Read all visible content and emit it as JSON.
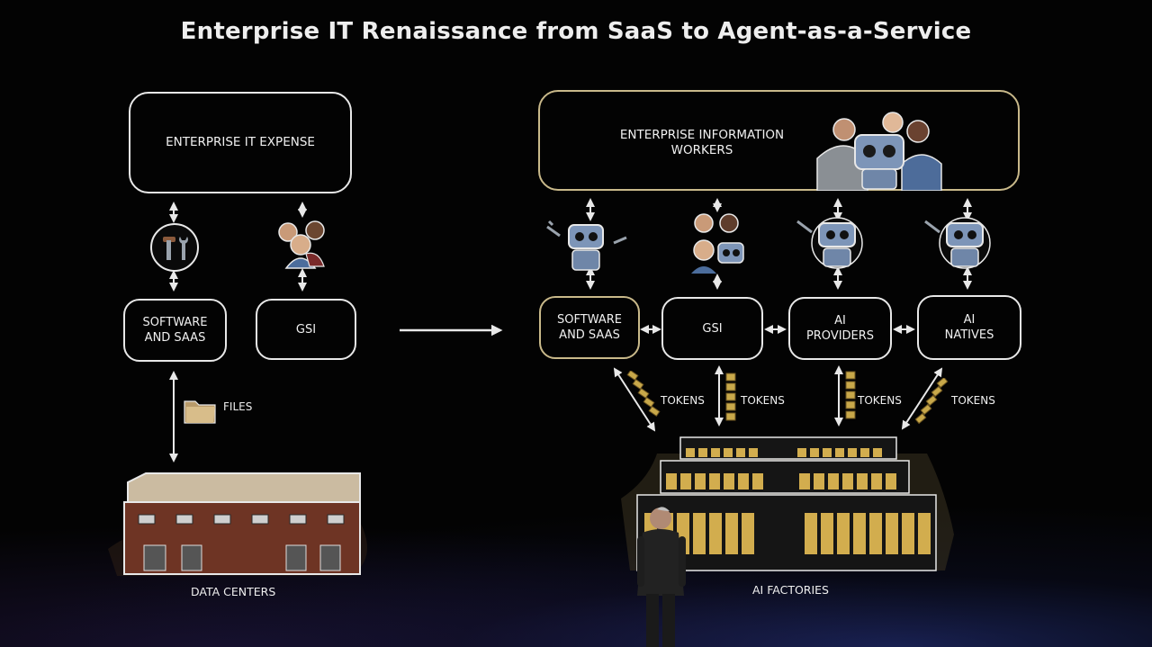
{
  "title": "Enterprise IT Renaissance from SaaS to Agent-as-a-Service",
  "left": {
    "expense": "Enterprise IT Expense",
    "software": "Software\nand SaaS",
    "gsi": "GSI",
    "files": "Files",
    "datacenters": "Data Centers"
  },
  "right": {
    "workers": "Enterprise Information\nWorkers",
    "software": "Software\nand SaaS",
    "gsi": "GSI",
    "providers": "AI\nProviders",
    "natives": "AI\nNatives",
    "tokens": [
      "Tokens",
      "Tokens",
      "Tokens",
      "Tokens"
    ],
    "factories": "AI Factories"
  },
  "colors": {
    "line": "#e8e8e8",
    "gold_border": "#c9b98a",
    "token_gold": "#c8a84a",
    "robot_blue": "#7d95b8"
  },
  "icons": [
    "tools-icon",
    "people-icon",
    "robot-icon",
    "folder-icon",
    "building-icon",
    "server-racks-icon",
    "presenter-figure"
  ]
}
